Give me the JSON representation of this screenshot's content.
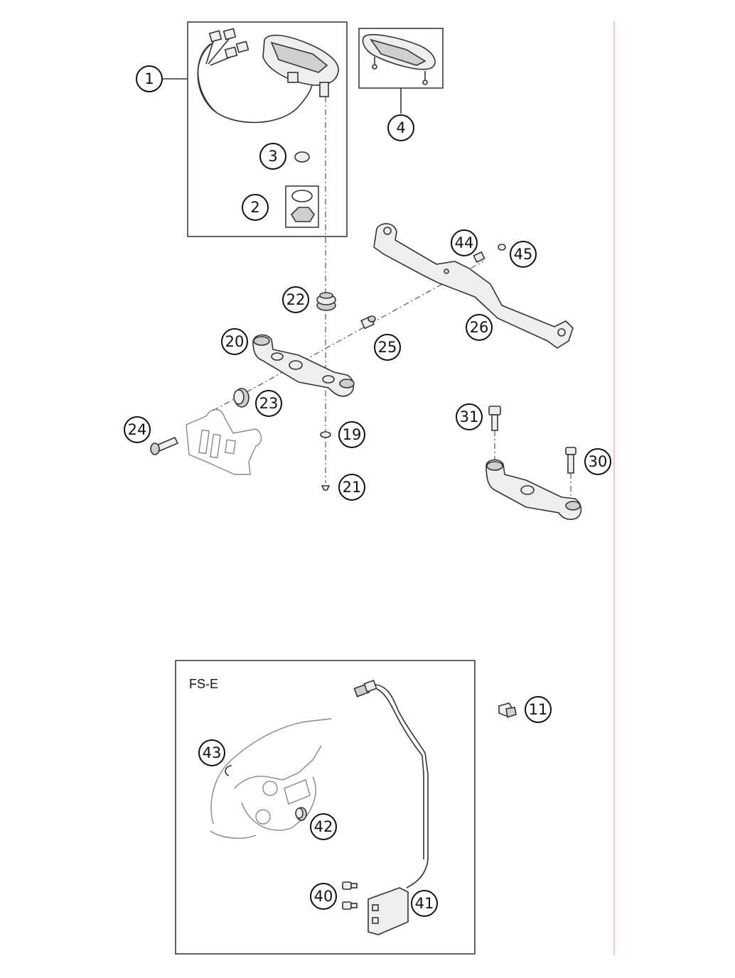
{
  "callouts": [
    {
      "id": "c1",
      "label": "1"
    },
    {
      "id": "c2",
      "label": "2"
    },
    {
      "id": "c3",
      "label": "3"
    },
    {
      "id": "c4",
      "label": "4"
    },
    {
      "id": "c11",
      "label": "11"
    },
    {
      "id": "c19",
      "label": "19"
    },
    {
      "id": "c20",
      "label": "20"
    },
    {
      "id": "c21",
      "label": "21"
    },
    {
      "id": "c22",
      "label": "22"
    },
    {
      "id": "c23",
      "label": "23"
    },
    {
      "id": "c24",
      "label": "24"
    },
    {
      "id": "c25",
      "label": "25"
    },
    {
      "id": "c26",
      "label": "26"
    },
    {
      "id": "c30",
      "label": "30"
    },
    {
      "id": "c31",
      "label": "31"
    },
    {
      "id": "c40",
      "label": "40"
    },
    {
      "id": "c41",
      "label": "41"
    },
    {
      "id": "c42",
      "label": "42"
    },
    {
      "id": "c43",
      "label": "43"
    },
    {
      "id": "c44",
      "label": "44"
    },
    {
      "id": "c45",
      "label": "45"
    }
  ],
  "fse_box": {
    "label": "FS-E"
  },
  "colors": {
    "margin_line": "#e8b4bc",
    "ink": "#222222"
  }
}
